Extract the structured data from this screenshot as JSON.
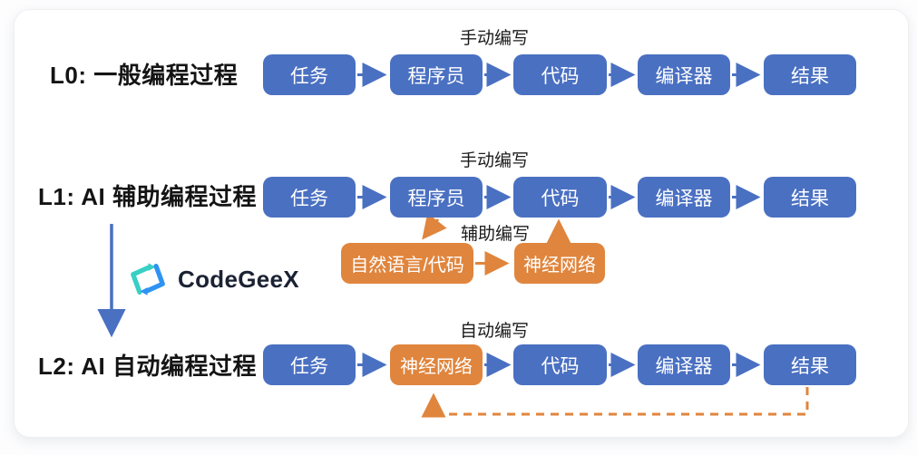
{
  "diagram": {
    "rows": [
      {
        "title": "L0: 一般编程过程",
        "annotation": "手动编写",
        "boxes": [
          {
            "label": "任务",
            "color": "blue"
          },
          {
            "label": "程序员",
            "color": "blue"
          },
          {
            "label": "代码",
            "color": "blue"
          },
          {
            "label": "编译器",
            "color": "blue"
          },
          {
            "label": "结果",
            "color": "blue"
          }
        ]
      },
      {
        "title": "L1: AI 辅助编程过程",
        "annotation": "手动编写",
        "sub_annotation": "辅助编写",
        "boxes": [
          {
            "label": "任务",
            "color": "blue"
          },
          {
            "label": "程序员",
            "color": "blue"
          },
          {
            "label": "代码",
            "color": "blue"
          },
          {
            "label": "编译器",
            "color": "blue"
          },
          {
            "label": "结果",
            "color": "blue"
          }
        ],
        "sub_boxes": [
          {
            "label": "自然语言/代码",
            "color": "orange"
          },
          {
            "label": "神经网络",
            "color": "orange"
          }
        ]
      },
      {
        "title": "L2: AI 自动编程过程",
        "annotation": "自动编写",
        "boxes": [
          {
            "label": "任务",
            "color": "blue"
          },
          {
            "label": "神经网络",
            "color": "orange"
          },
          {
            "label": "代码",
            "color": "blue"
          },
          {
            "label": "编译器",
            "color": "blue"
          },
          {
            "label": "结果",
            "color": "blue"
          }
        ]
      }
    ],
    "logo": {
      "text": "CodeGeeX"
    },
    "colors": {
      "box_blue": "#4a70c2",
      "box_orange": "#e0853d",
      "arrow_blue": "#4a70c2",
      "arrow_orange": "#e0853d",
      "logo_teal": "#38cfc5",
      "logo_blue": "#2e93f2",
      "logo_text": "#1b2233",
      "text": "#161616"
    }
  }
}
